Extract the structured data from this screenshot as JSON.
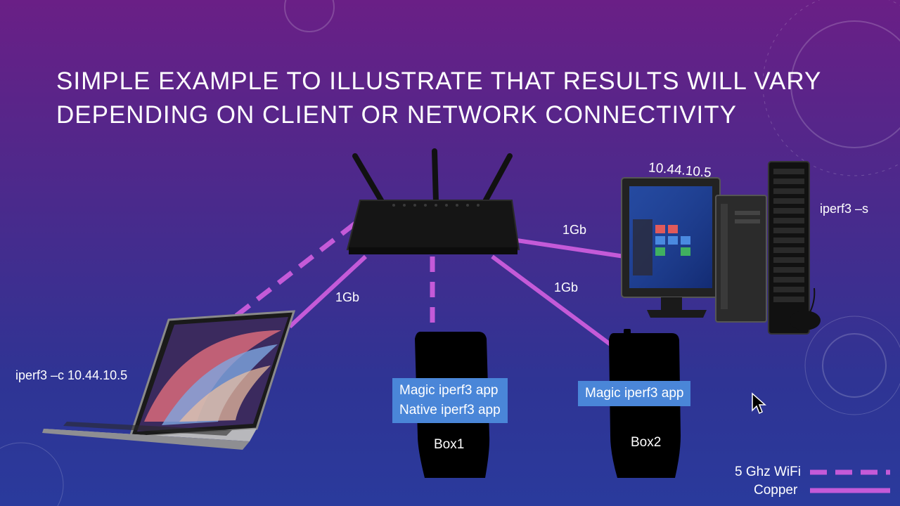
{
  "title": {
    "line1": "SIMPLE EXAMPLE TO ILLUSTRATE THAT RESULTS WILL VARY",
    "line2": "DEPENDING ON CLIENT OR NETWORK CONNECTIVITY"
  },
  "labels": {
    "server_ip": "10.44.10.5",
    "server_cmd": "iperf3 –s",
    "client_cmd": "iperf3 –c 10.44.10.5",
    "link_laptop": "1Gb",
    "link_server": "1Gb",
    "link_box2": "1Gb"
  },
  "box1": {
    "line1": "Magic iperf3 app",
    "line2": "Native iperf3 app",
    "name": "Box1"
  },
  "box2": {
    "line1": "Magic iperf3 app",
    "name": "Box2"
  },
  "legend": {
    "wifi": "5 Ghz WiFi",
    "copper": "Copper"
  },
  "colors": {
    "link": "#c45ad8",
    "tag": "#4a86d8"
  }
}
